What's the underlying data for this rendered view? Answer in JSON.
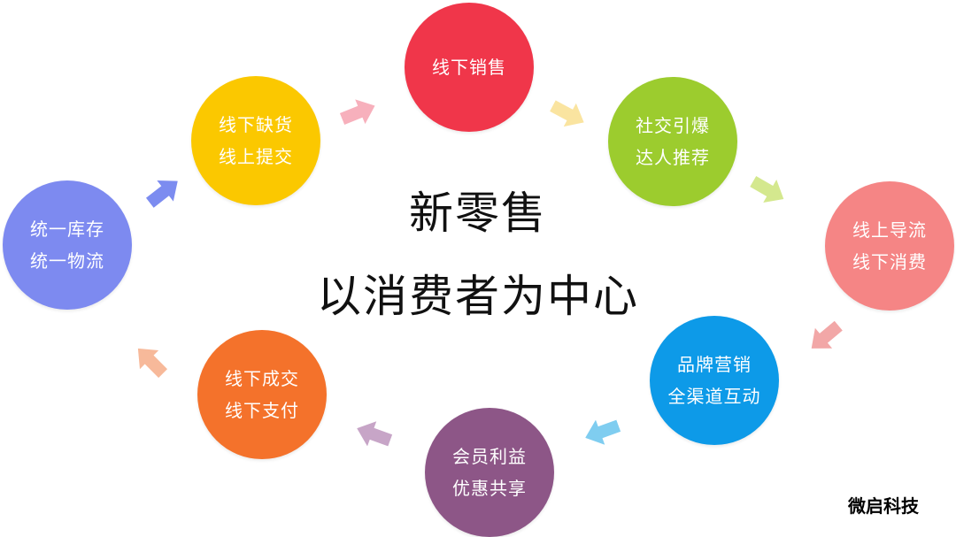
{
  "center": {
    "title": "新零售",
    "subtitle": "以消费者为中心"
  },
  "brand": "微启科技",
  "nodes": {
    "offline_sales": {
      "lines": [
        "线下销售"
      ],
      "color": "#f0364a"
    },
    "social": {
      "lines": [
        "社交引爆",
        "达人推荐"
      ],
      "color": "#9ccc2e"
    },
    "online_traffic": {
      "lines": [
        "线上导流",
        "线下消费"
      ],
      "color": "#f58585"
    },
    "brand_marketing": {
      "lines": [
        "品牌营销",
        "全渠道互动"
      ],
      "color": "#0d9ae8"
    },
    "membership": {
      "lines": [
        "会员利益",
        "优惠共享"
      ],
      "color": "#8d5687"
    },
    "offline_deal": {
      "lines": [
        "线下成交",
        "线下支付"
      ],
      "color": "#f4722b"
    },
    "inventory": {
      "lines": [
        "统一库存",
        "统一物流"
      ],
      "color": "#7d8af0"
    },
    "out_of_stock": {
      "lines": [
        "线下缺货",
        "线上提交"
      ],
      "color": "#fbc800"
    }
  },
  "arrow_colors": {
    "a1": "#f7b0bc",
    "a2": "#fae4a0",
    "a3": "#d4e88e",
    "a4": "#f2a7a7",
    "a5": "#7fcdf0",
    "a6": "#c7a5c7",
    "a7": "#f7b99a",
    "a8": "#7c8cf0"
  }
}
